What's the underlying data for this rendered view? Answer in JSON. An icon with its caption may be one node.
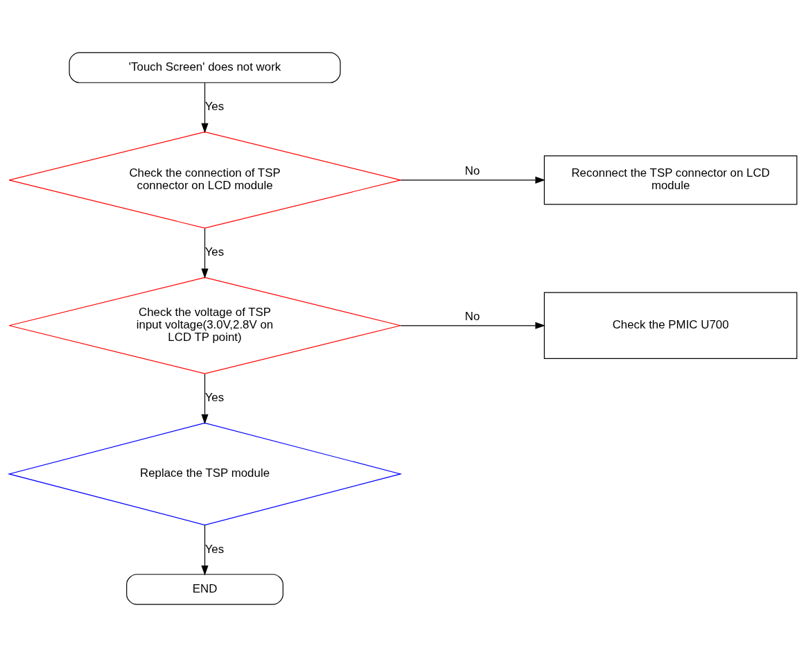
{
  "diagram": {
    "nodes": [
      {
        "text": [
          "'Touch Screen' does not work"
        ]
      },
      {
        "text": [
          "Check the connection of TSP connector on LCD module"
        ]
      },
      {
        "text": [
          "Reconnect the TSP connector on LCD module"
        ]
      },
      {
        "text": [
          "Check the voltage of TSP input voltage(3.0V,2.8V on LCD TP point)"
        ]
      },
      {
        "text": [
          "Check the PMIC U700"
        ]
      },
      {
        "text": [
          "Replace the TSP module"
        ]
      },
      {
        "text": [
          "END"
        ]
      }
    ],
    "edges": [
      {
        "from": 0,
        "to": 1,
        "arrow": "to",
        "label": "Yes"
      },
      {
        "from": 1,
        "to": 2,
        "arrow": "to",
        "label": "No"
      },
      {
        "from": 1,
        "to": 3,
        "arrow": "to",
        "label": "Yes"
      },
      {
        "from": 3,
        "to": 4,
        "arrow": "to",
        "label": "No"
      },
      {
        "from": 3,
        "to": 5,
        "arrow": "to",
        "label": "Yes"
      },
      {
        "from": 5,
        "to": 6,
        "arrow": "to",
        "label": "Yes"
      }
    ]
  }
}
